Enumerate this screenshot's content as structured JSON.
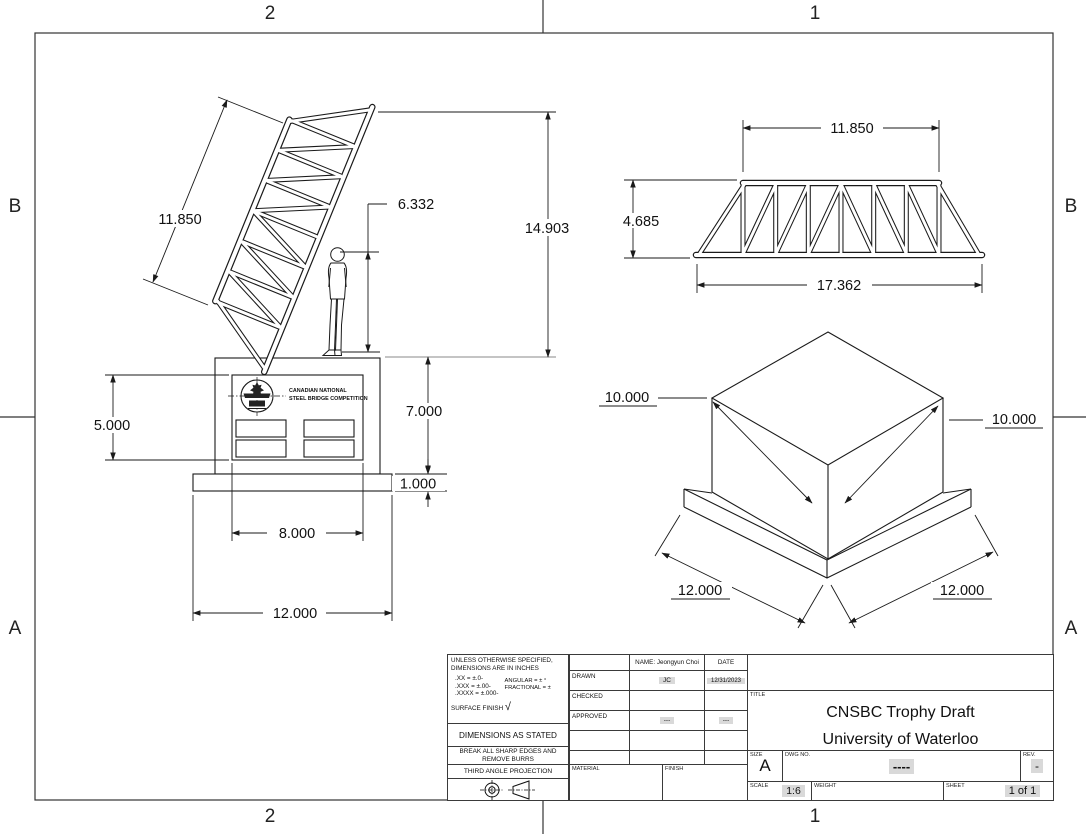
{
  "colors": {
    "line": "#1a1a1a",
    "highlight": "#d9d9d9",
    "paper": "#ffffff"
  },
  "zones": {
    "top_left": "2",
    "top_right": "1",
    "bottom_left": "2",
    "bottom_right": "1",
    "left_upper": "B",
    "left_lower": "A",
    "right_upper": "B",
    "right_lower": "A"
  },
  "front_view": {
    "truss_length": "11.850",
    "figure_height": "6.332",
    "overall_height": "14.903",
    "plaque_panel_height": "5.000",
    "base_height": "7.000",
    "plinth_height": "1.000",
    "plaque_panel_width": "8.000",
    "plinth_width": "12.000",
    "logo_caption_line1": "CANADIAN NATIONAL",
    "logo_caption_line2": "STEEL BRIDGE COMPETITION"
  },
  "side_view": {
    "top_chord": "11.850",
    "truss_height": "4.685",
    "bottom_chord": "17.362"
  },
  "iso_view": {
    "top_width_left": "10.000",
    "top_width_right": "10.000",
    "base_depth_left": "12.000",
    "base_depth_right": "12.000"
  },
  "title_block": {
    "spec_note_line1": "UNLESS OTHERWISE SPECIFIED,",
    "spec_note_line2": "DIMENSIONS ARE IN INCHES",
    "tol_xx": ".XX = ±.0-",
    "tol_xxx": ".XXX = ±.00-",
    "tol_xxxx": ".XXXX = ±.000-",
    "tol_angular": "ANGULAR = ± °",
    "tol_fractional": "FRACTIONAL = ±",
    "surface_finish_label": "SURFACE FINISH",
    "surface_finish_mark": "√",
    "dimensions_note": "DIMENSIONS AS STATED",
    "deburr_note_line1": "BREAK ALL SHARP EDGES AND",
    "deburr_note_line2": "REMOVE BURRS",
    "projection_label": "THIRD ANGLE PROJECTION",
    "name_header": "NAME: Jeongyun Choi",
    "date_header": "DATE",
    "drawn_label": "DRAWN",
    "drawn_initials": "JC",
    "drawn_date": "12/31/2023",
    "checked_label": "CHECKED",
    "approved_label": "APPROVED",
    "approved_initials": "---",
    "approved_date": "---",
    "material_label": "MATERIAL",
    "finish_label": "FINISH",
    "title_label": "TITLE",
    "title_line1": "CNSBC Trophy Draft",
    "title_line2": "University of Waterloo",
    "size_label": "SIZE",
    "size_value": "A",
    "dwg_label": "DWG NO.",
    "dwg_value": "----",
    "rev_label": "REV.",
    "rev_value": "-",
    "scale_label": "SCALE",
    "scale_value": "1:6",
    "weight_label": "WEIGHT",
    "sheet_label": "SHEET",
    "sheet_value": "1 of 1"
  }
}
